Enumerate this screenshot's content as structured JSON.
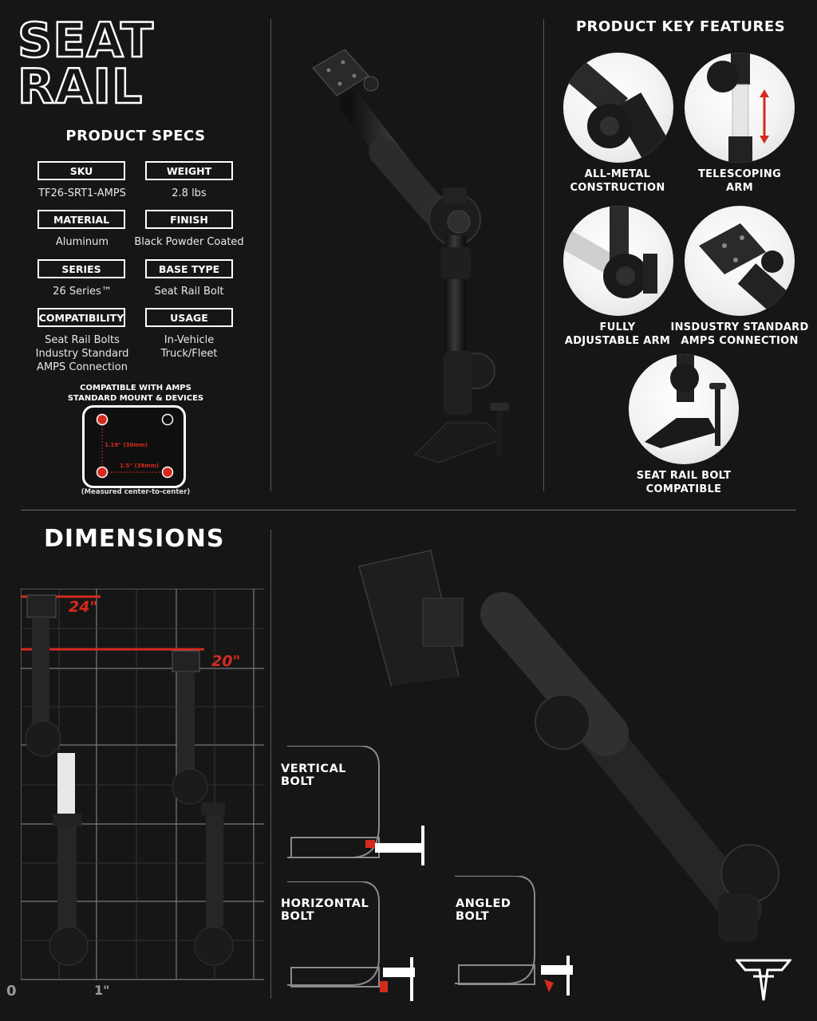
{
  "title": {
    "line1": "SEAT",
    "line2": "RAIL"
  },
  "specs": {
    "heading": "PRODUCT SPECS",
    "items": [
      {
        "label": "SKU",
        "value": "TF26-SRT1-AMPS"
      },
      {
        "label": "WEIGHT",
        "value": "2.8 lbs"
      },
      {
        "label": "MATERIAL",
        "value": "Aluminum"
      },
      {
        "label": "FINISH",
        "value": "Black Powder Coated"
      },
      {
        "label": "SERIES",
        "value": "26 Series™"
      },
      {
        "label": "BASE TYPE",
        "value": "Seat Rail Bolt"
      },
      {
        "label": "COMPATIBILITY",
        "value": "Seat Rail Bolts\nIndustry Standard\nAMPS Connection"
      },
      {
        "label": "USAGE",
        "value": "In-Vehicle\nTruck/Fleet"
      }
    ],
    "amps": {
      "caption": "COMPATIBLE WITH AMPS\nSTANDARD MOUNT & DEVICES",
      "vertical": "1.19\" (30mm)",
      "horizontal": "1.5\" (38mm)",
      "note": "(Measured center-to-center)"
    }
  },
  "features": {
    "heading": "PRODUCT KEY FEATURES",
    "items": [
      {
        "label": "ALL-METAL\nCONSTRUCTION"
      },
      {
        "label": "TELESCOPING\nARM"
      },
      {
        "label": "FULLY\nADJUSTABLE ARM"
      },
      {
        "label": "INSDUSTRY STANDARD\nAMPS CONNECTION"
      },
      {
        "label": "SEAT RAIL BOLT\nCOMPATIBLE"
      }
    ]
  },
  "dimensions": {
    "heading": "DIMENSIONS",
    "height_extended": "24\"",
    "height_collapsed": "20\"",
    "axis_zero": "0",
    "axis_unit": "1\""
  },
  "bolts": {
    "vertical": "VERTICAL\nBOLT",
    "horizontal": "HORIZONTAL\nBOLT",
    "angled": "ANGLED\nBOLT"
  },
  "colors": {
    "accent": "#d42b1e",
    "background": "#161616",
    "text": "#ffffff"
  }
}
